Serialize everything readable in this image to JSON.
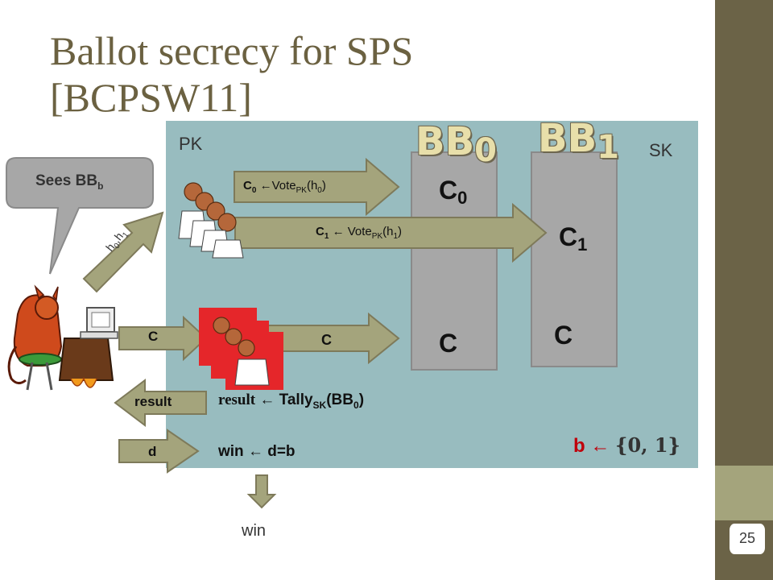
{
  "title_line1": "Ballot secrecy for SPS",
  "title_line2": "[BCPSW11]",
  "pk": "PK",
  "sk": "SK",
  "bb0": {
    "base": "BB",
    "sub": "0"
  },
  "bb1": {
    "base": "BB",
    "sub": "1"
  },
  "c0": {
    "base": "C",
    "sub": "0"
  },
  "c1": {
    "base": "C",
    "sub": "1"
  },
  "c_box0": "C",
  "c_box1": "C",
  "arrow0": {
    "c": "C",
    "csub": "0",
    "arrow": " ←Vote",
    "pk": "PK",
    "arg": "(h",
    "hsub": "0",
    "close": ")"
  },
  "arrow1": {
    "c": "C",
    "csub": "1",
    "arrow": " ← Vote",
    "pk": "PK",
    "arg": "(h",
    "hsub": "1",
    "close": ")"
  },
  "arrow_c": "C",
  "sees": {
    "text": "Sees BB",
    "sub": "b"
  },
  "h_label": {
    "h0": "h",
    "s0": "0",
    "sep": ",h",
    "s1": "1"
  },
  "left_c": "C",
  "left_result": "result",
  "left_d": "d",
  "tally": {
    "result": "result",
    "arrow": " ← Tally",
    "sub": "SK",
    "arg": "(BB",
    "argsub": "0",
    "close": ")"
  },
  "win_eq": "win ← d=b",
  "b_select": {
    "b": "b",
    "arrow": " ← ",
    "set": "{0, 1}"
  },
  "win_out": "win",
  "page_number": "25",
  "colors": {
    "title": "#6b6141",
    "panel": "#98bcbf",
    "bar": "#6b6347",
    "arrow": "#a4a47c",
    "accent": "#c0000b"
  }
}
